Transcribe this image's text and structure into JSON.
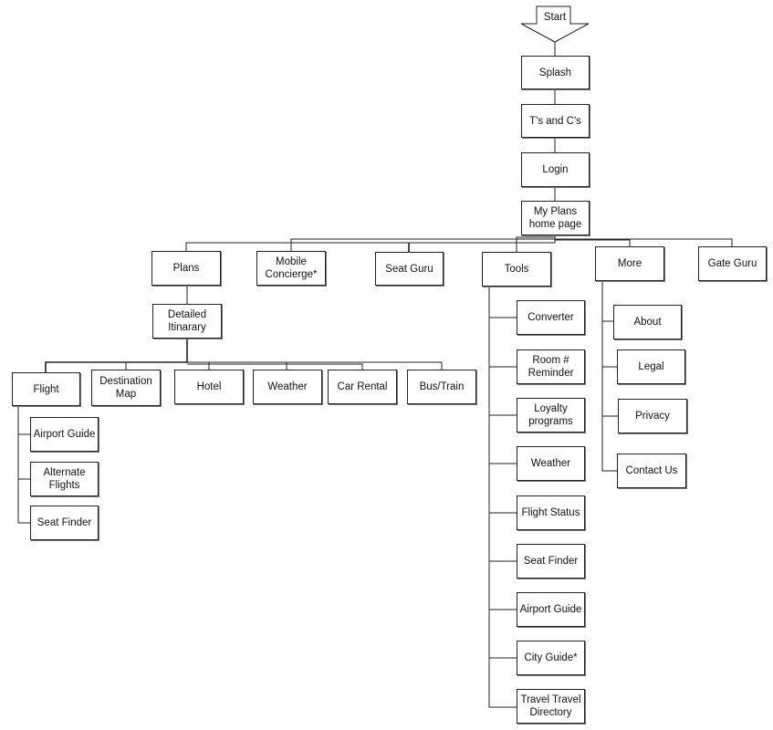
{
  "start_label": "Start",
  "nodes": {
    "splash": "Splash",
    "terms": "T's and C's",
    "login": "Login",
    "my_plans_home": "My Plans\nhome page",
    "plans": "Plans",
    "mobile_concierge": "Mobile\nConcierge*",
    "seat_guru": "Seat Guru",
    "tools": "Tools",
    "more": "More",
    "gate_guru": "Gate Guru",
    "detailed_itinerary": "Detailed\nItinarary",
    "flight": "Flight",
    "destination_map": "Destination\nMap",
    "hotel": "Hotel",
    "weather_plans": "Weather",
    "car_rental": "Car Rental",
    "bus_train": "Bus/Train",
    "airport_guide_flight": "Airport Guide",
    "alternate_flights": "Alternate\nFlights",
    "seat_finder_flight": "Seat Finder",
    "converter": "Converter",
    "room_reminder": "Room #\nReminder",
    "loyalty_programs": "Loyalty\nprograms",
    "weather_tools": "Weather",
    "flight_status": "Flight Status",
    "seat_finder_tools": "Seat Finder",
    "airport_guide_tools": "Airport Guide",
    "city_guide": "City Guide*",
    "travel_directory": "Travel Travel\nDirectory",
    "about": "About",
    "legal": "Legal",
    "privacy": "Privacy",
    "contact_us": "Contact Us"
  }
}
